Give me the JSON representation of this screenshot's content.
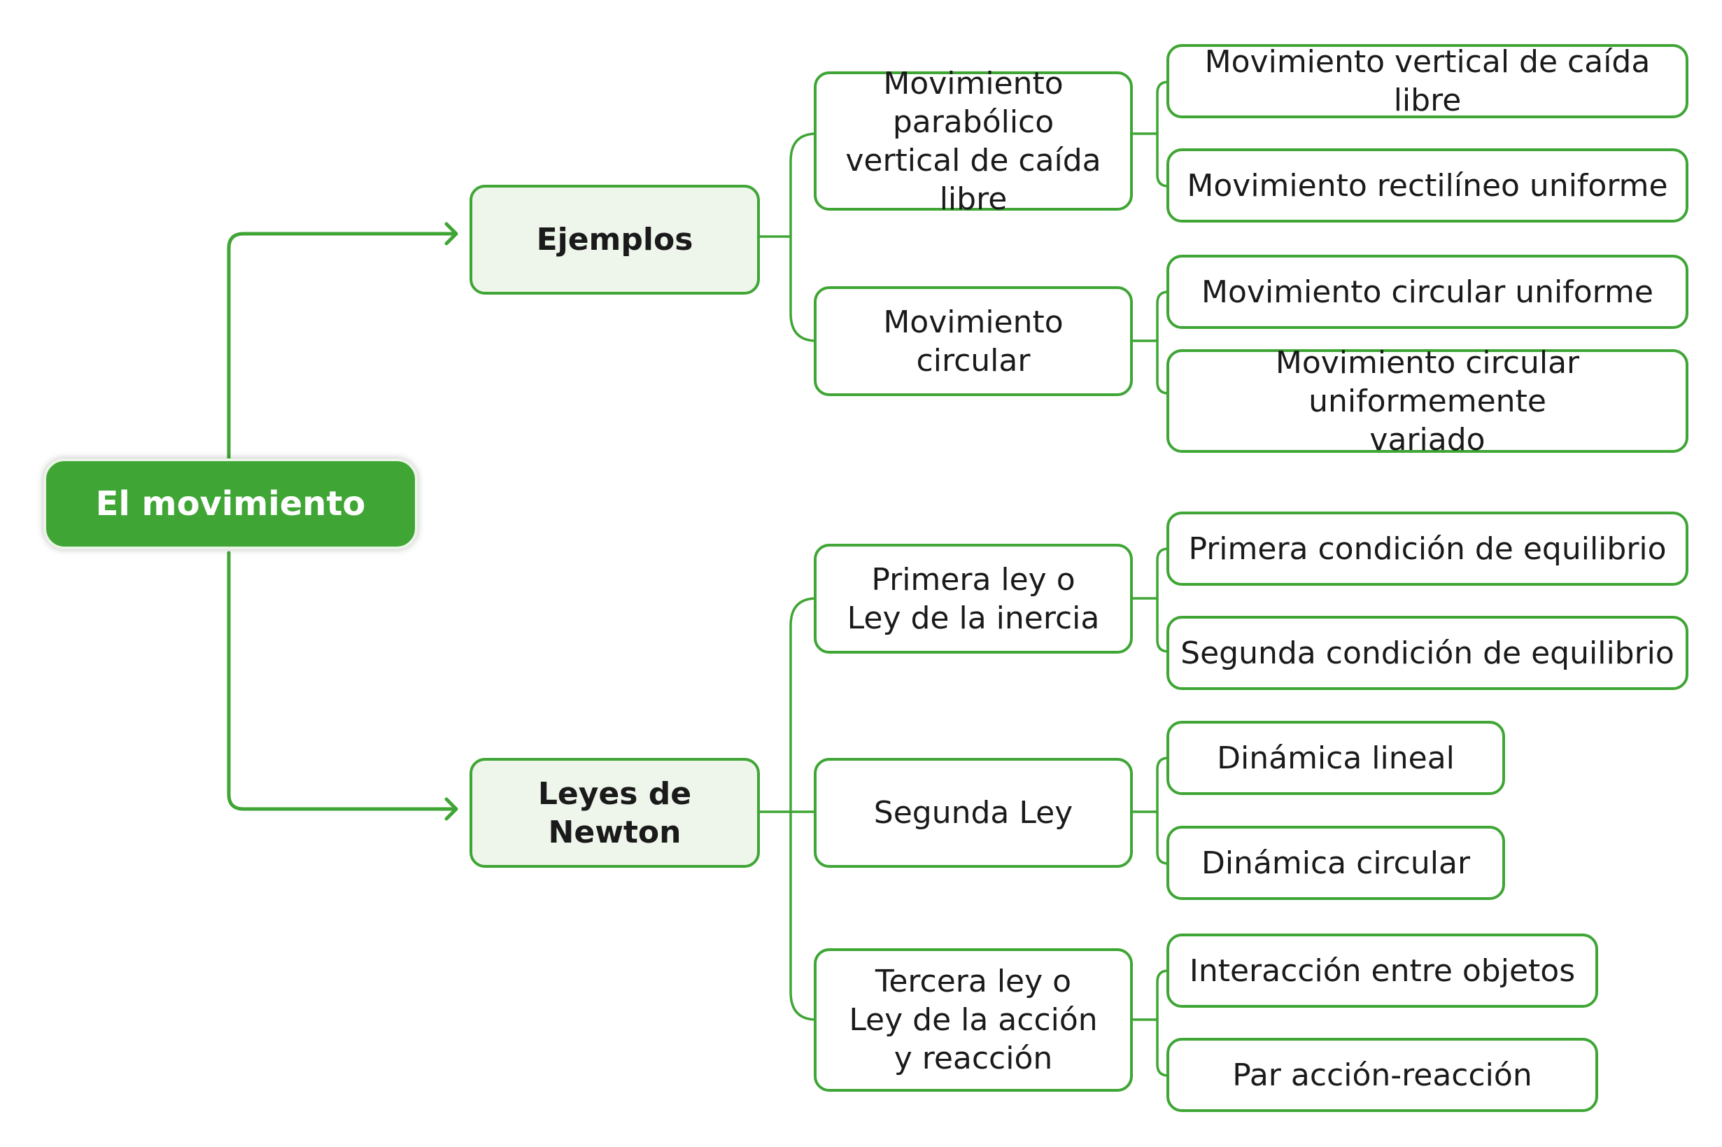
{
  "colors": {
    "accent": "#3fa535",
    "level1_fill": "#eef5ea",
    "text": "#1a1a1a",
    "root_text": "#ffffff"
  },
  "root": {
    "label": "El movimiento"
  },
  "branches": [
    {
      "label": "Ejemplos",
      "children": [
        {
          "label": "Movimiento parabólico vertical de caída libre",
          "children": [
            "Movimiento vertical de caída libre",
            "Movimiento rectilíneo uniforme"
          ]
        },
        {
          "label": "Movimiento circular",
          "children": [
            "Movimiento circular uniforme",
            "Movimiento circular uniformemente variado"
          ]
        }
      ]
    },
    {
      "label": "Leyes de Newton",
      "children": [
        {
          "label": "Primera ley o Ley de la inercia",
          "children": [
            "Primera condición de equilibrio",
            "Segunda condición de equilibrio"
          ]
        },
        {
          "label": "Segunda Ley",
          "children": [
            "Dinámica lineal",
            "Dinámica circular"
          ]
        },
        {
          "label": "Tercera ley o Ley de la acción y reacción",
          "children": [
            "Interacción entre objetos",
            "Par acción-reacción"
          ]
        }
      ]
    }
  ]
}
